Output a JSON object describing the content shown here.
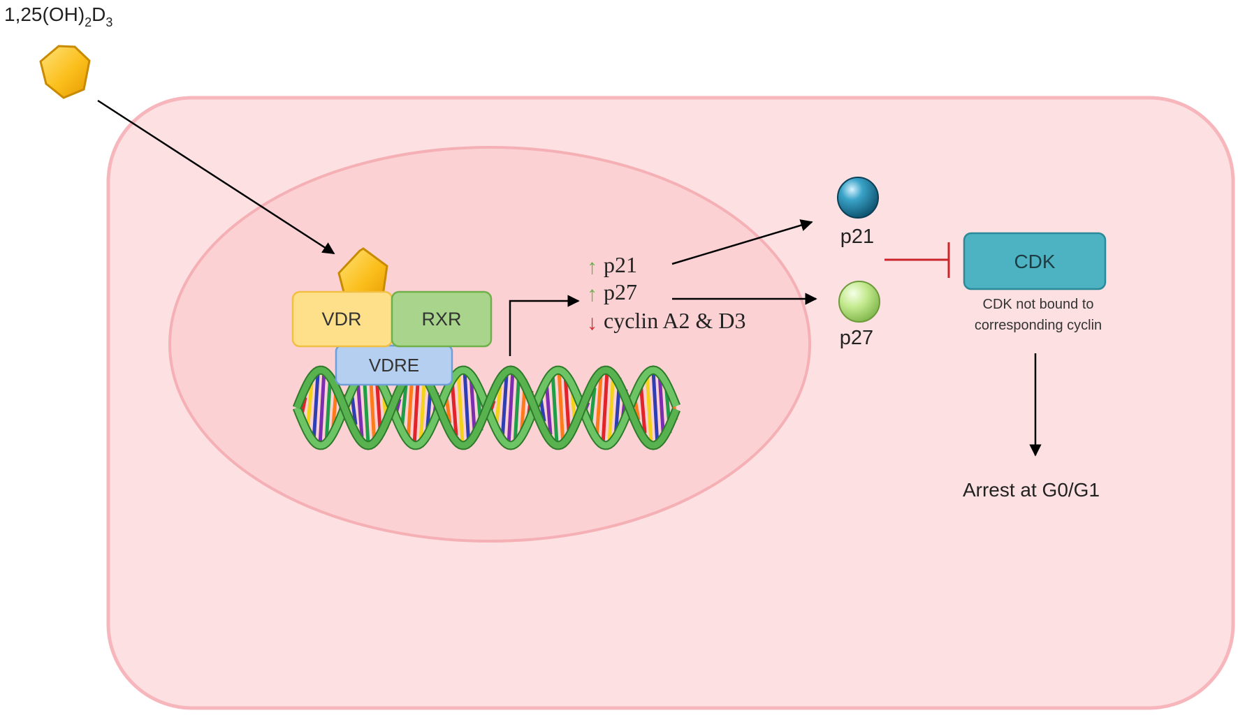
{
  "ligand": {
    "label_main": "1,25(OH)",
    "label_sub1": "2",
    "label_mid": "D",
    "label_sub2": "3"
  },
  "nucleus": {
    "vdr_label": "VDR",
    "rxr_label": "RXR",
    "vdre_label": "VDRE"
  },
  "gene_effects": [
    {
      "direction": "up",
      "symbol": "↑",
      "label": "p21"
    },
    {
      "direction": "up",
      "symbol": "↑",
      "label": "p27"
    },
    {
      "direction": "down",
      "symbol": "↓",
      "label": "cyclin A2 & D3"
    }
  ],
  "proteins": [
    {
      "label": "p21"
    },
    {
      "label": "p27"
    }
  ],
  "cdk": {
    "label": "CDK",
    "note_line1": "CDK not bound to",
    "note_line2": "corresponding cyclin"
  },
  "outcome": {
    "label": "Arrest at G0/G1"
  },
  "colors": {
    "cell_fill": "#fde0e2",
    "cell_stroke": "#f6b6bb",
    "nucleus_fill": "#fbd1d3",
    "nucleus_stroke": "#f5b0b5",
    "hexagon_fill": "#fbc22c",
    "hexagon_stroke": "#c98a00",
    "vdr_fill": "#ffe08a",
    "vdr_stroke": "#f2bf45",
    "rxr_fill": "#a8d58b",
    "rxr_stroke": "#6fb04b",
    "vdre_fill": "#b4cff0",
    "vdre_stroke": "#6f9fd8",
    "dna_strand": "#5fb85a",
    "cdk_fill": "#4db3c2",
    "cdk_stroke": "#2b8a99",
    "p21_sphere": "#2a86a8",
    "p27_sphere": "#bfe68a",
    "up_arrow": "#6ab04c",
    "down_arrow": "#e0242a",
    "inhibition": "#c9252b"
  }
}
